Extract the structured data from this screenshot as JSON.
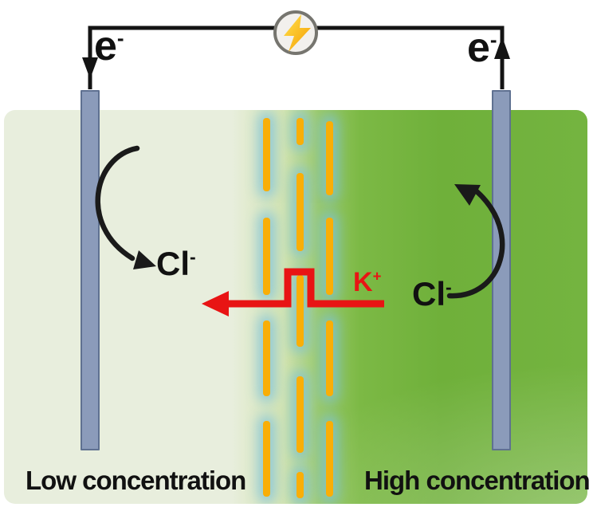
{
  "circuit": {
    "electron_base": "e",
    "electron_sup": "-",
    "power_source_icon": "lightning-bolt-icon"
  },
  "tank": {
    "left_label": "Low concentration",
    "right_label": "High concentration",
    "left_color": "#e8eedd",
    "right_color": "#74b440"
  },
  "ions": {
    "chloride_base": "Cl",
    "chloride_sup": "-",
    "potassium_base": "K",
    "potassium_sup": "+"
  },
  "colors": {
    "membrane_bar": "#f9ae07",
    "membrane_glow": "#7cc1dc",
    "cation_arrow": "#e81414",
    "electrode": "#8b9bba",
    "wire": "#141414",
    "bolt_light": "#ffe14d",
    "bolt_dark": "#f59d00"
  }
}
